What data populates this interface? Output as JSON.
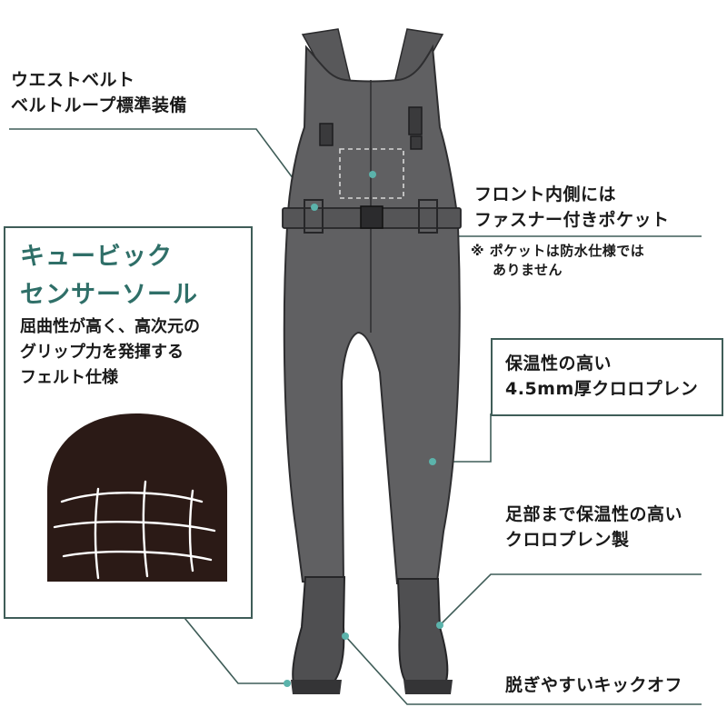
{
  "callouts": {
    "waist_belt": {
      "line1": "ウエストベルト",
      "line2": "ベルトループ標準装備"
    },
    "front_pocket": {
      "line1": "フロント内側には",
      "line2": "ファスナー付きポケット"
    },
    "pocket_note": {
      "line1": "※ ポケットは防水仕様では",
      "line2": "ありません"
    },
    "neoprene": {
      "line1": "保温性の高い",
      "line2": "4.5mm厚クロロプレン"
    },
    "feet": {
      "line1": "足部まで保温性の高い",
      "line2": "クロロプレン製"
    },
    "kickoff": {
      "line1": "脱ぎやすいキックオフ"
    }
  },
  "insole": {
    "title_line1": "キュービック",
    "title_line2": "センサーソール",
    "desc_line1": "屈曲性が高く、高次元の",
    "desc_line2": "グリップ力を発揮する",
    "desc_line3": "フェルト仕様"
  },
  "colors": {
    "accent": "#2f6f68",
    "leader": "#3f5d58",
    "dot": "#5bb3ab",
    "wader_body": "#606062",
    "wader_boot": "#4f4f51",
    "insole": "#2b1a16"
  }
}
